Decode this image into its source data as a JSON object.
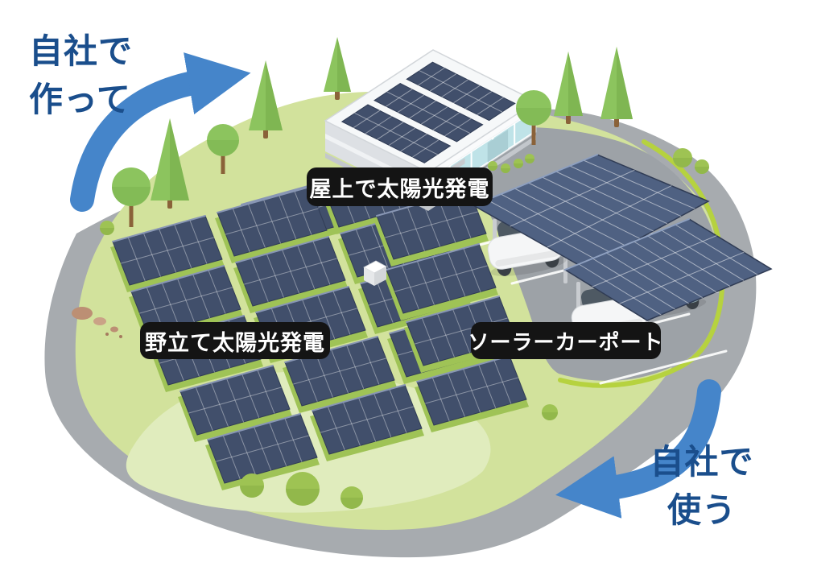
{
  "figure": {
    "flow_labels": {
      "generate": {
        "line1": "自社で",
        "line2": "作って"
      },
      "consume": {
        "line1": "自社で",
        "line2": "使う"
      }
    },
    "site_labels": {
      "rooftop": "屋上で太陽光発電",
      "ground": "野立て太陽光発電",
      "carport": "ソーラーカーポート"
    },
    "icons": {
      "generate_arrow": "curved-arrow-up-right",
      "consume_arrow": "curved-arrow-down-left"
    },
    "colors": {
      "flow_text": "#1a4e8c",
      "arrow": "#4585ca",
      "label_bg": "#141414",
      "label_text": "#ffffff",
      "sky": "#ffffff",
      "grass": "#d2e29c",
      "grass_light": "#e0ecbd",
      "grass_dark": "#9fc356",
      "road": "#a7abaf",
      "parking": "#9da2a7",
      "accent_green": "#b6d23f",
      "panel": "#414f6b",
      "panel_edge": "#303c55",
      "canopy": "#4f6182",
      "building_wall": "#f1f3f5",
      "building_side": "#dde0e4",
      "glass": "#bfe3e8",
      "tree": "#8cc45e",
      "tree_dark": "#74ac49",
      "trunk": "#8a6239",
      "car_white": "#f5f6f7",
      "car_teal": "#a3bcc0",
      "rock": "#bc8f74"
    }
  }
}
